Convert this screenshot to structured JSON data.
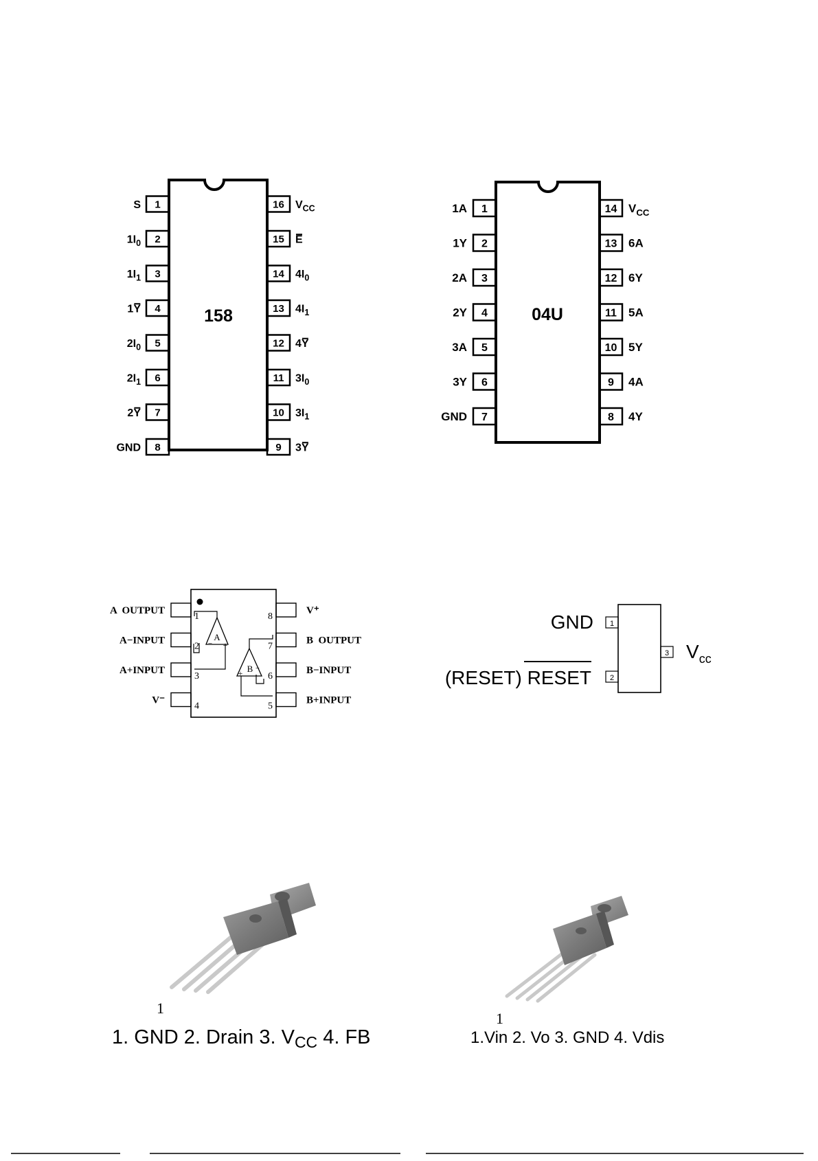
{
  "chip158": {
    "name": "158",
    "left_pins": [
      {
        "num": "1",
        "label": "S"
      },
      {
        "num": "2",
        "label": "1I",
        "sub": "0"
      },
      {
        "num": "3",
        "label": "1I",
        "sub": "1"
      },
      {
        "num": "4",
        "label": "1",
        "over": "Y"
      },
      {
        "num": "5",
        "label": "2I",
        "sub": "0"
      },
      {
        "num": "6",
        "label": "2I",
        "sub": "1"
      },
      {
        "num": "7",
        "label": "2",
        "over": "Y"
      },
      {
        "num": "8",
        "label": "GND"
      }
    ],
    "right_pins": [
      {
        "num": "16",
        "label": "V",
        "sub": "CC"
      },
      {
        "num": "15",
        "label": "",
        "over": "E"
      },
      {
        "num": "14",
        "label": "4I",
        "sub": "0"
      },
      {
        "num": "13",
        "label": "4I",
        "sub": "1"
      },
      {
        "num": "12",
        "label": "4",
        "over": "Y"
      },
      {
        "num": "11",
        "label": "3I",
        "sub": "0"
      },
      {
        "num": "10",
        "label": "3I",
        "sub": "1"
      },
      {
        "num": "9",
        "label": "3",
        "over": "Y"
      }
    ]
  },
  "chip04u": {
    "name": "04U",
    "left_pins": [
      {
        "num": "1",
        "label": "1A"
      },
      {
        "num": "2",
        "label": "1Y"
      },
      {
        "num": "3",
        "label": "2A"
      },
      {
        "num": "4",
        "label": "2Y"
      },
      {
        "num": "5",
        "label": "3A"
      },
      {
        "num": "6",
        "label": "3Y"
      },
      {
        "num": "7",
        "label": "GND"
      }
    ],
    "right_pins": [
      {
        "num": "14",
        "label": "V",
        "sub": "CC"
      },
      {
        "num": "13",
        "label": "6A"
      },
      {
        "num": "12",
        "label": "6Y"
      },
      {
        "num": "11",
        "label": "5A"
      },
      {
        "num": "10",
        "label": "5Y"
      },
      {
        "num": "9",
        "label": "4A"
      },
      {
        "num": "8",
        "label": "4Y"
      }
    ]
  },
  "opamp": {
    "left_pins": [
      {
        "num": "1",
        "label": "A  OUTPUT"
      },
      {
        "num": "2",
        "label": "A−INPUT"
      },
      {
        "num": "3",
        "label": "A+INPUT"
      },
      {
        "num": "4",
        "label": "V⁻"
      }
    ],
    "right_pins": [
      {
        "num": "8",
        "label": "V⁺"
      },
      {
        "num": "7",
        "label": "B  OUTPUT"
      },
      {
        "num": "6",
        "label": "B−INPUT"
      },
      {
        "num": "5",
        "label": "B+INPUT"
      }
    ],
    "amp_a": {
      "name": "A",
      "minus": "−",
      "plus": "+"
    },
    "amp_b": {
      "name": "B",
      "minus": "−",
      "plus": "+"
    }
  },
  "reset_ic": {
    "pins": [
      {
        "num": "1",
        "label": "GND"
      },
      {
        "num": "2",
        "label": "(RESET) ",
        "over": "RESET"
      },
      {
        "num": "3",
        "label": "V",
        "sub": "cc"
      }
    ]
  },
  "package_left": {
    "pin1_label": "1",
    "caption_parts": [
      "1. GND 2. Drain 3. V",
      "CC",
      " 4. FB"
    ]
  },
  "package_right": {
    "pin1_label": "1",
    "caption": "1.Vin 2. Vo 3. GND 4. Vdis"
  },
  "colors": {
    "ink": "#000000",
    "package_body": "#7d7d7d",
    "package_lead": "#c9c9c9"
  }
}
